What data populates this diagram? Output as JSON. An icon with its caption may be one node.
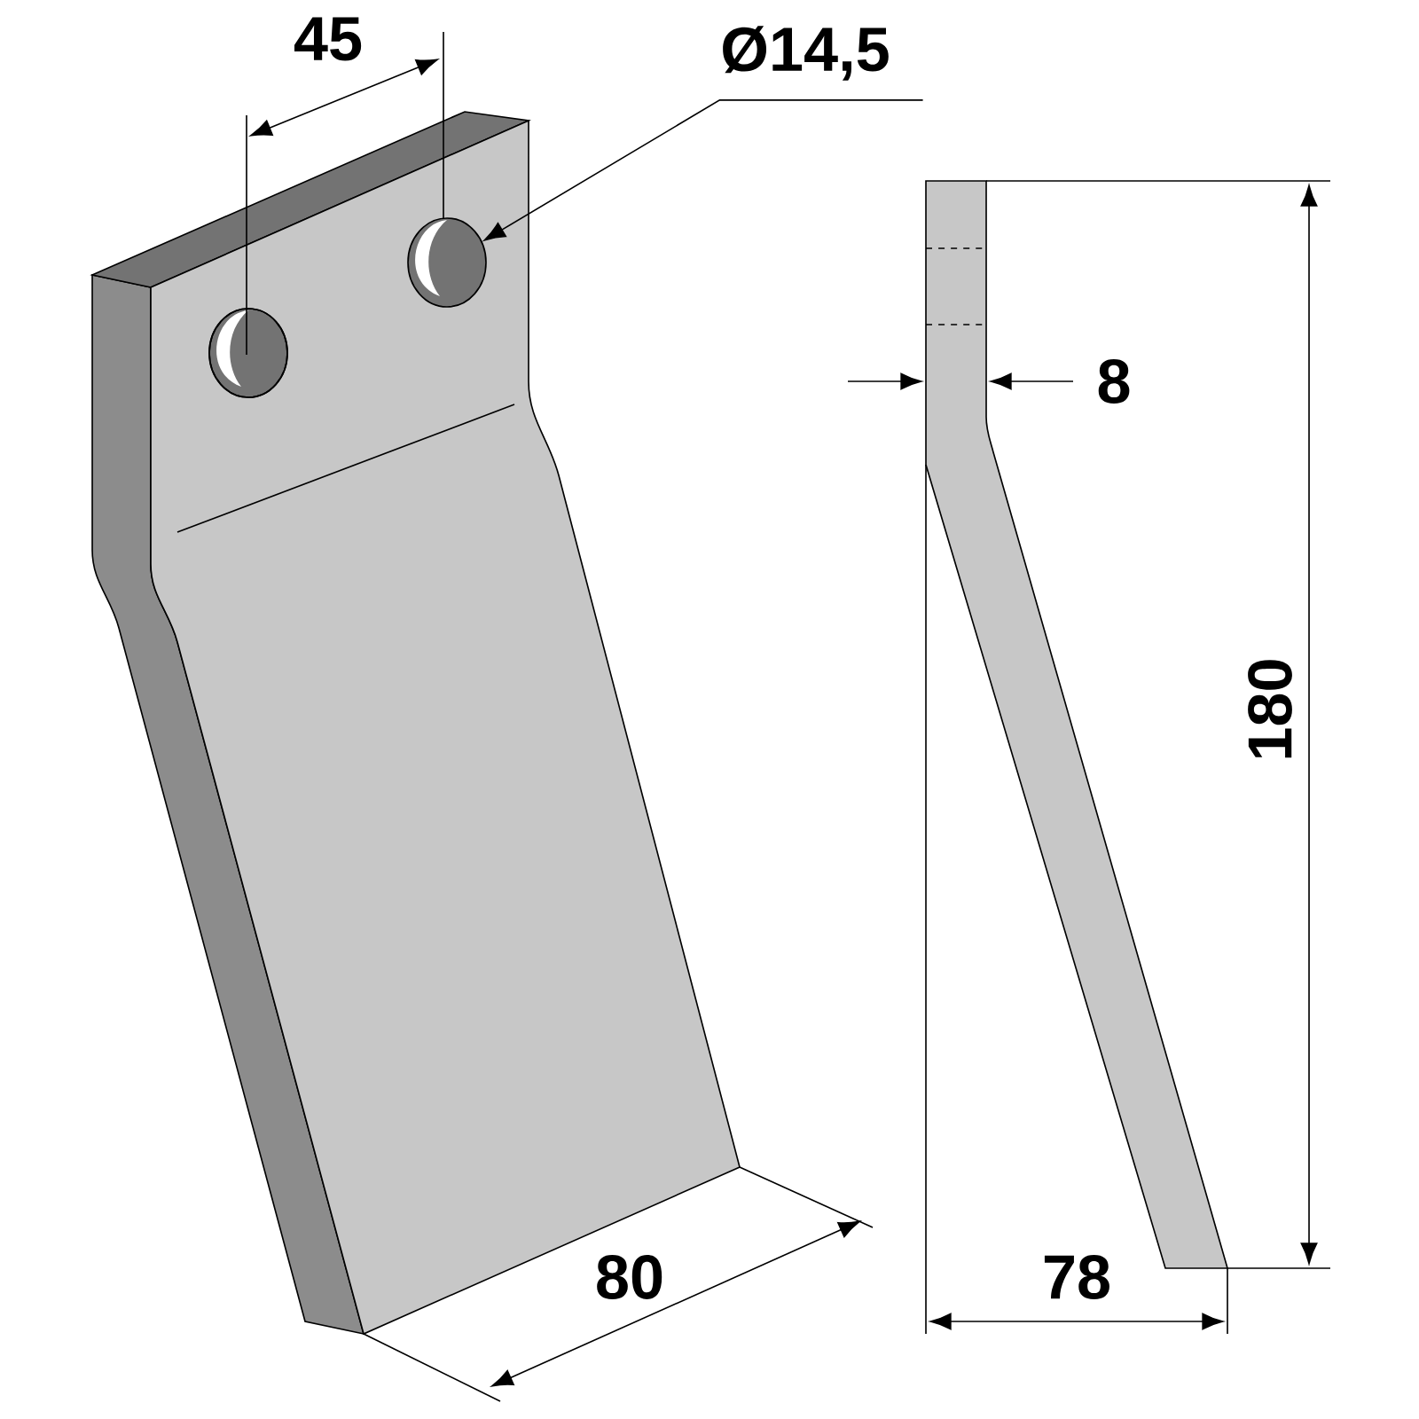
{
  "diagram": {
    "nodes": [
      {
        "text": [
          "Ø14,5"
        ]
      },
      {
        "text": [],
        "shape": "circle"
      }
    ],
    "edges": [
      {
        "from": 0,
        "to": 1,
        "arrow": "to"
      }
    ],
    "labels": [
      "45",
      "8",
      "180",
      "78",
      "80"
    ]
  }
}
